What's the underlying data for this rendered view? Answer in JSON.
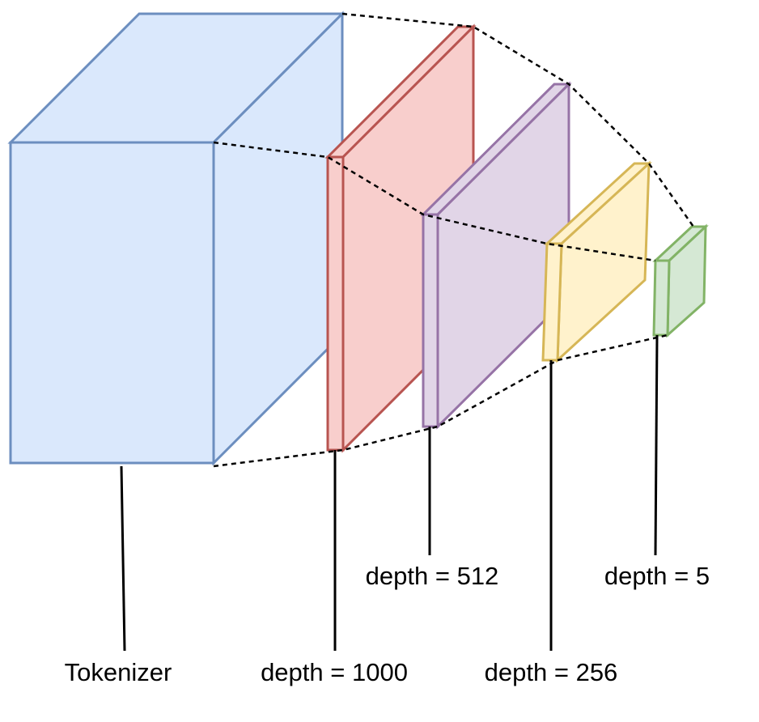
{
  "diagram": {
    "labels": {
      "tokenizer": "Tokenizer",
      "layer1": "depth = 1000",
      "layer2": "depth = 512",
      "layer3": "depth = 256",
      "layer4": "depth = 5"
    },
    "colors": {
      "tokenizer_fill": "#dae8fc",
      "tokenizer_stroke": "#6c8ebf",
      "layer1_fill": "#f8cecc",
      "layer1_stroke": "#b85450",
      "layer2_fill": "#e1d5e7",
      "layer2_stroke": "#9673a6",
      "layer3_fill": "#fff2cc",
      "layer3_stroke": "#d6b656",
      "layer4_fill": "#d5e8d4",
      "layer4_stroke": "#82b366"
    }
  }
}
